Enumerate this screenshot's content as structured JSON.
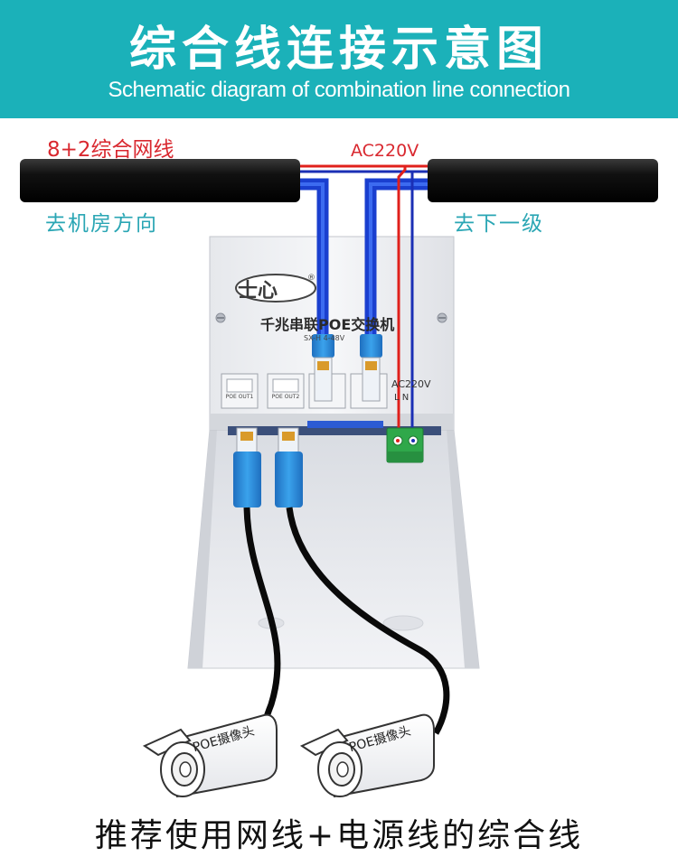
{
  "header": {
    "title_cn": "综合线连接示意图",
    "title_en": "Schematic diagram of combination line connection"
  },
  "labels": {
    "cable": "8+2综合网线",
    "ac_input": "AC220V",
    "left_direction": "去机房方向",
    "right_direction": "去下一级"
  },
  "device": {
    "brand": "士心",
    "registered": "®",
    "model_title": "千兆串联POE交换机",
    "model_sub": "SX-H    4-48V",
    "ports": [
      "POE OUT1",
      "POE OUT2"
    ],
    "terminal_label": "AC220V",
    "terminal_pins": "L  N"
  },
  "cameras": [
    {
      "label": "POE摄像头"
    },
    {
      "label": "POE摄像头"
    }
  ],
  "footer": "推荐使用网线+电源线的综合线",
  "colors": {
    "header_bg": "#1bb1b9",
    "red_text": "#d9282f",
    "teal_text": "#2aa6b4",
    "cable_blue": "#1a3fcf",
    "wire_red": "#e0201c",
    "wire_blue": "#1b2fb5",
    "connector_blue": "#2d8fd8",
    "terminal_green": "#2fa84a"
  },
  "icons": [
    "brand-logo-icon",
    "screw-icon",
    "rj45-connector-icon",
    "terminal-block-icon",
    "camera-icon"
  ]
}
